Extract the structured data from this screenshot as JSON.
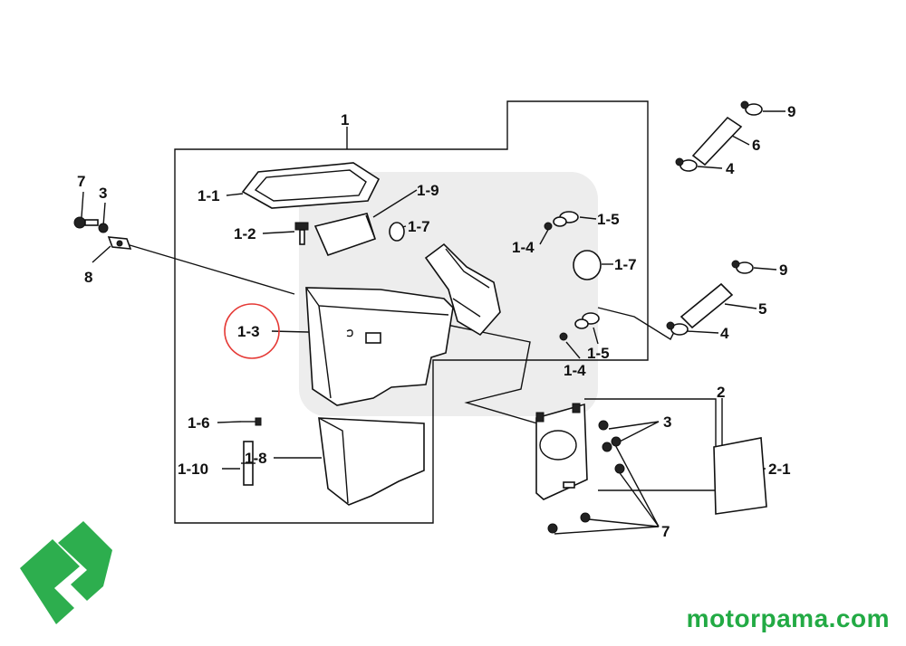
{
  "watermark": {
    "domain": "motorpama.com",
    "logo_color": "#22aa44"
  },
  "highlight_color": "#e53935",
  "labels": {
    "l1": "1",
    "l1_1": "1-1",
    "l1_2": "1-2",
    "l1_3": "1-3",
    "l1_4a": "1-4",
    "l1_4b": "1-4",
    "l1_5a": "1-5",
    "l1_5b": "1-5",
    "l1_6": "1-6",
    "l1_7a": "1-7",
    "l1_7b": "1-7",
    "l1_8": "1-8",
    "l1_9": "1-9",
    "l1_10": "1-10",
    "l2": "2",
    "l2_1": "2-1",
    "l3a": "3",
    "l3b": "3",
    "l4a": "4",
    "l4b": "4",
    "l5": "5",
    "l6": "6",
    "l7a": "7",
    "l7b": "7",
    "l8": "8",
    "l9a": "9",
    "l9b": "9"
  }
}
